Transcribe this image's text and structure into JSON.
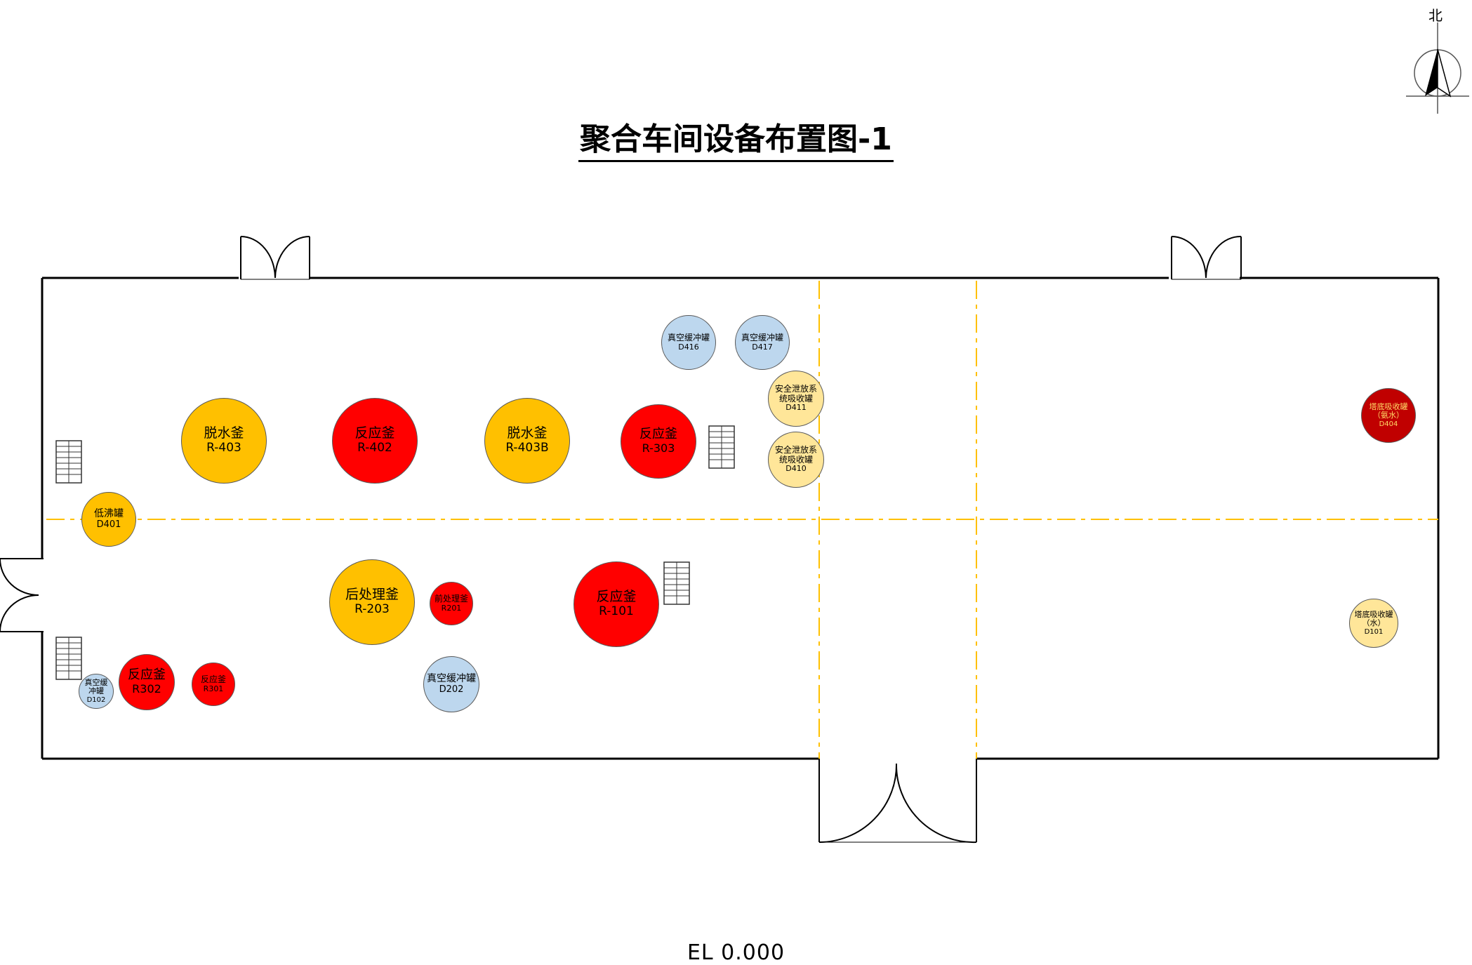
{
  "title": "聚合车间设备布置图-1",
  "elevation": "EL  0.000",
  "north_label": "北",
  "colors": {
    "red": "#ff0000",
    "orange": "#ffc000",
    "light_blue": "#bdd7ee",
    "light_yellow": "#ffe699",
    "dark_red": "#c00000",
    "axis_line": "#ffc000"
  },
  "equipment": [
    {
      "id": "R-403",
      "name": "脱水釜",
      "tag": "R-403",
      "color": "orange"
    },
    {
      "id": "R-402",
      "name": "反应釜",
      "tag": "R-402",
      "color": "red"
    },
    {
      "id": "R-403B",
      "name": "脱水釜",
      "tag": "R-403B",
      "color": "orange"
    },
    {
      "id": "R-303",
      "name": "反应釜",
      "tag": "R-303",
      "color": "red"
    },
    {
      "id": "D416",
      "name": "真空缓冲罐",
      "tag": "D416",
      "color": "light_blue"
    },
    {
      "id": "D417",
      "name": "真空缓冲罐",
      "tag": "D417",
      "color": "light_blue"
    },
    {
      "id": "D411",
      "name": "安全泄放系统吸收罐",
      "tag": "D411",
      "color": "light_yellow"
    },
    {
      "id": "D410",
      "name": "安全泄放系统吸收罐",
      "tag": "D410",
      "color": "light_yellow"
    },
    {
      "id": "D404",
      "name": "塔底吸收罐（氨水）",
      "tag": "D404",
      "color": "dark_red"
    },
    {
      "id": "D401",
      "name": "低沸罐",
      "tag": "D401",
      "color": "orange"
    },
    {
      "id": "R-203",
      "name": "后处理釜",
      "tag": "R-203",
      "color": "orange"
    },
    {
      "id": "R201",
      "name": "前处理釜",
      "tag": "R201",
      "color": "red"
    },
    {
      "id": "R-101",
      "name": "反应釜",
      "tag": "R-101",
      "color": "red"
    },
    {
      "id": "D101",
      "name": "塔底吸收罐（水）",
      "tag": "D101",
      "color": "light_yellow"
    },
    {
      "id": "D102",
      "name": "真空缓冲罐",
      "tag": "D102",
      "color": "light_blue"
    },
    {
      "id": "R302",
      "name": "反应釜",
      "tag": "R302",
      "color": "red"
    },
    {
      "id": "R301",
      "name": "反应釜",
      "tag": "R301",
      "color": "red"
    },
    {
      "id": "D202",
      "name": "真空缓冲罐",
      "tag": "D202",
      "color": "light_blue"
    }
  ]
}
